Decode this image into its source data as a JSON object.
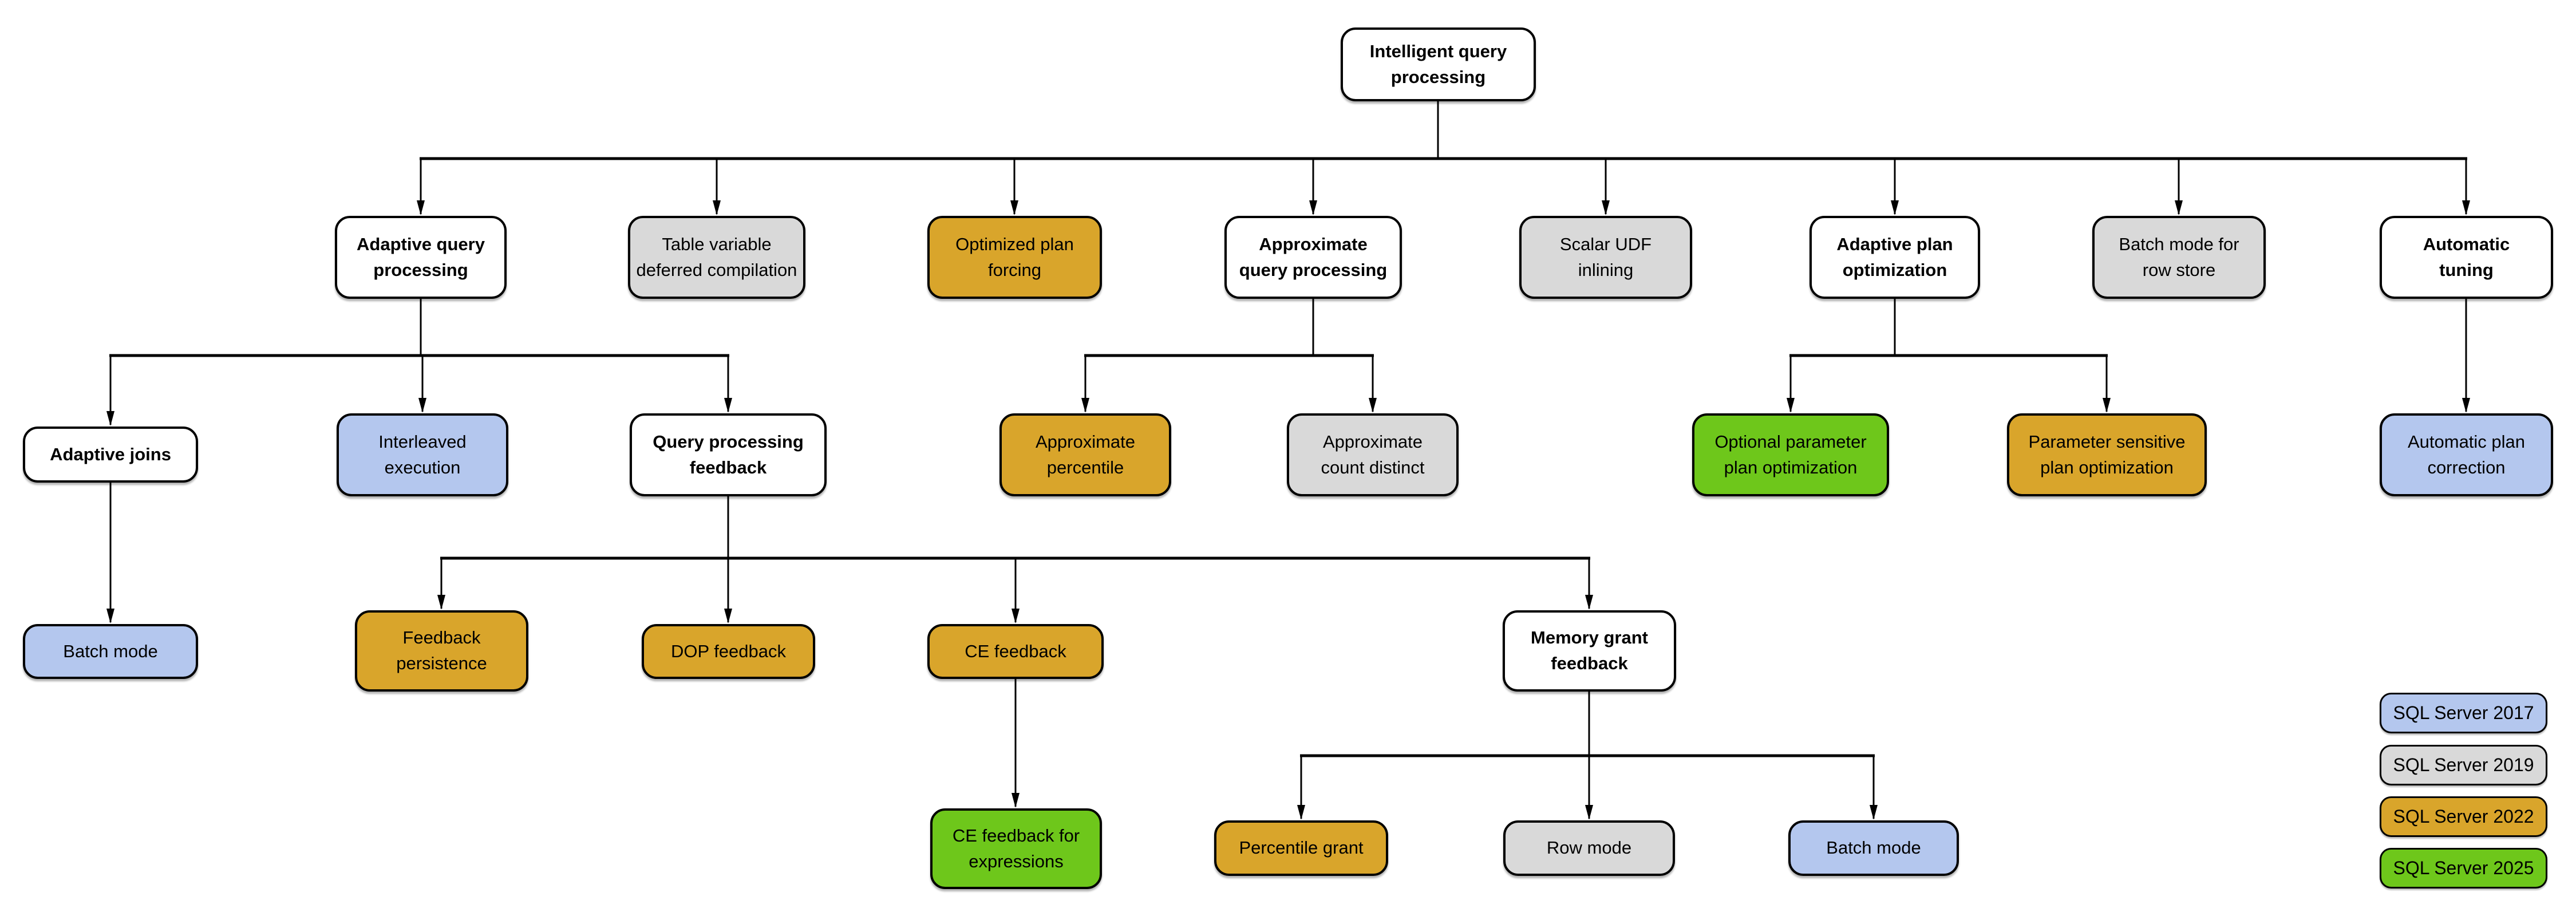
{
  "colors": {
    "category": "#FFFFFF",
    "2017": "#B4C7EE",
    "2019": "#D9D9D9",
    "2022": "#D9A52B",
    "2025": "#6EC71B"
  },
  "nodes": {
    "root": {
      "label": "Intelligent query\nprocessing",
      "version": "category"
    },
    "adaptive_query_processing": {
      "label": "Adaptive query\nprocessing",
      "version": "category"
    },
    "table_variable_deferred_compilation": {
      "label": "Table variable\ndeferred compilation",
      "version": "2019"
    },
    "optimized_plan_forcing": {
      "label": "Optimized plan\nforcing",
      "version": "2022"
    },
    "approximate_query_processing": {
      "label": "Approximate\nquery processing",
      "version": "category"
    },
    "scalar_udf_inlining": {
      "label": "Scalar UDF\ninlining",
      "version": "2019"
    },
    "adaptive_plan_optimization": {
      "label": "Adaptive plan\noptimization",
      "version": "category"
    },
    "batch_mode_for_row_store": {
      "label": "Batch mode for\nrow store",
      "version": "2019"
    },
    "automatic_tuning": {
      "label": "Automatic\ntuning",
      "version": "category"
    },
    "adaptive_joins": {
      "label": "Adaptive joins",
      "version": "category"
    },
    "interleaved_execution": {
      "label": "Interleaved\nexecution",
      "version": "2017"
    },
    "query_processing_feedback": {
      "label": "Query processing\nfeedback",
      "version": "category"
    },
    "approximate_percentile": {
      "label": "Approximate\npercentile",
      "version": "2022"
    },
    "approximate_count_distinct": {
      "label": "Approximate\ncount distinct",
      "version": "2019"
    },
    "optional_parameter_plan_optimization": {
      "label": "Optional parameter\nplan optimization",
      "version": "2025"
    },
    "parameter_sensitive_plan_optimization": {
      "label": "Parameter sensitive\nplan optimization",
      "version": "2022"
    },
    "automatic_plan_correction": {
      "label": "Automatic plan\ncorrection",
      "version": "2017"
    },
    "batch_mode_adaptive_joins": {
      "label": "Batch mode",
      "version": "2017"
    },
    "feedback_persistence": {
      "label": "Feedback\npersistence",
      "version": "2022"
    },
    "dop_feedback": {
      "label": "DOP feedback",
      "version": "2022"
    },
    "ce_feedback": {
      "label": "CE feedback",
      "version": "2022"
    },
    "memory_grant_feedback": {
      "label": "Memory grant\nfeedback",
      "version": "category"
    },
    "ce_feedback_for_expressions": {
      "label": "CE feedback for\nexpressions",
      "version": "2025"
    },
    "percentile_grant": {
      "label": "Percentile grant",
      "version": "2022"
    },
    "row_mode": {
      "label": "Row mode",
      "version": "2019"
    },
    "batch_mode_memory_grant": {
      "label": "Batch mode",
      "version": "2017"
    }
  },
  "legend": {
    "items": [
      {
        "label": "SQL Server 2017",
        "version": "2017"
      },
      {
        "label": "SQL Server 2019",
        "version": "2019"
      },
      {
        "label": "SQL Server 2022",
        "version": "2022"
      },
      {
        "label": "SQL Server 2025",
        "version": "2025"
      }
    ]
  }
}
